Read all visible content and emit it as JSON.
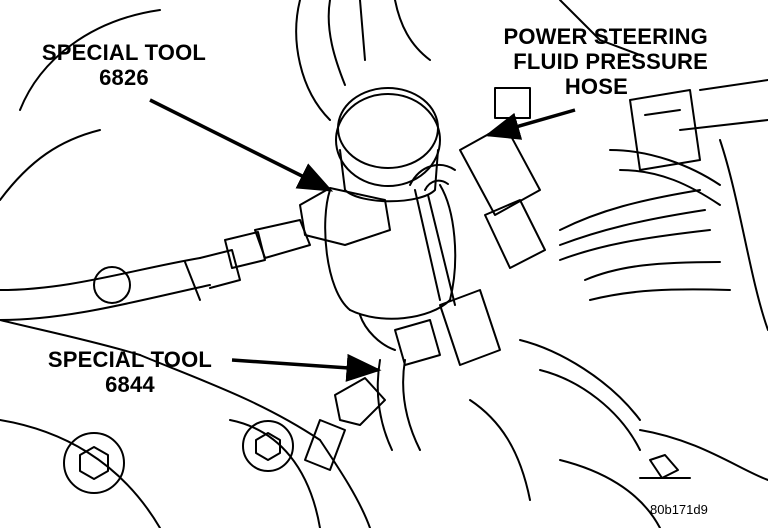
{
  "callouts": {
    "special_tool_6826": {
      "line1": "SPECIAL TOOL",
      "line2": "6826"
    },
    "power_steering_hose": {
      "line1": "POWER STEERING",
      "line2": "FLUID PRESSURE",
      "line3": "HOSE"
    },
    "special_tool_6844": {
      "line1": "SPECIAL TOOL",
      "line2": "6844"
    }
  },
  "figure_code": "80b171d9"
}
